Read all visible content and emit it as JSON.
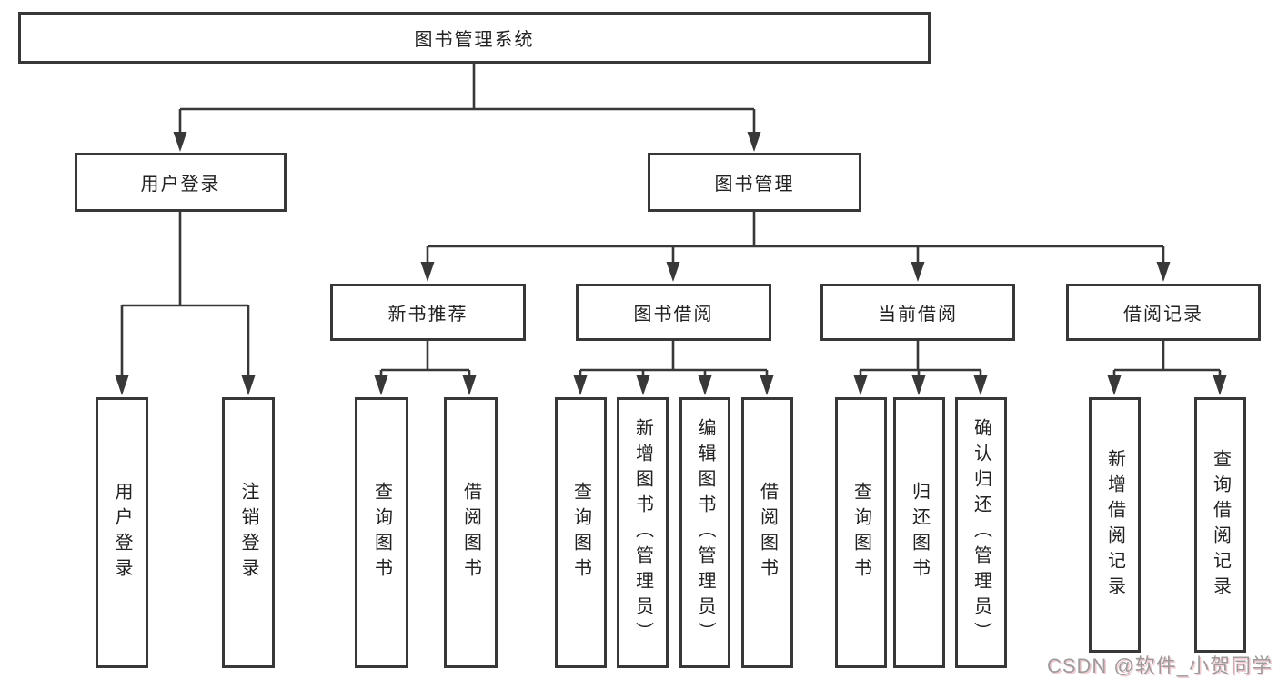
{
  "diagram": {
    "root": {
      "label": "图书管理系统"
    },
    "level1": {
      "user_login": {
        "label": "用户登录"
      },
      "book_mgmt": {
        "label": "图书管理"
      }
    },
    "level2": {
      "new_books": {
        "label": "新书推荐"
      },
      "borrowing": {
        "label": "图书借阅"
      },
      "current": {
        "label": "当前借阅"
      },
      "records": {
        "label": "借阅记录"
      }
    },
    "leaves": {
      "login": {
        "label": "用户登录"
      },
      "logout": {
        "label": "注销登录"
      },
      "nb_query": {
        "label": "查询图书"
      },
      "nb_borrow": {
        "label": "借阅图书"
      },
      "bw_query": {
        "label": "查询图书"
      },
      "bw_add": {
        "label": "新增图书（管理员）"
      },
      "bw_edit": {
        "label": "编辑图书（管理员）"
      },
      "bw_borrow": {
        "label": "借阅图书"
      },
      "cur_query": {
        "label": "查询图书"
      },
      "cur_return": {
        "label": "归还图书"
      },
      "cur_confirm": {
        "label": "确认归还（管理员）"
      },
      "rec_add": {
        "label": "新增借阅记录"
      },
      "rec_query": {
        "label": "查询借阅记录"
      }
    },
    "watermark": "CSDN @软件_小贺同学",
    "colors": {
      "line": "#383838",
      "text": "#222222",
      "background": "#ffffff",
      "watermark": "#9c9c9c"
    }
  }
}
